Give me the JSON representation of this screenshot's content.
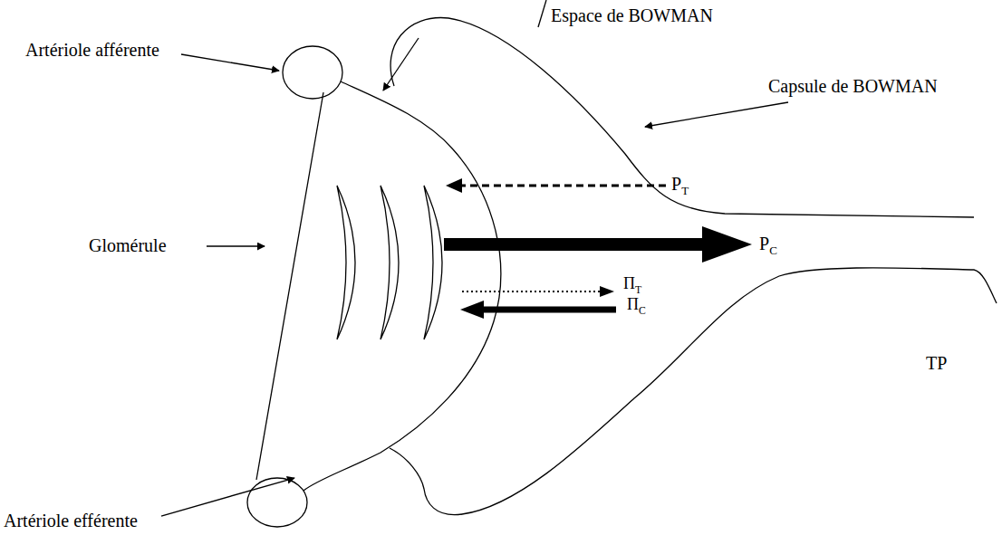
{
  "diagram": {
    "labels": [
      "Espace de BOWMAN",
      "Artériole afférente",
      "Capsule de BOWMAN",
      "PT",
      "Glomérule",
      "PC",
      "ΠT",
      "ΠC",
      "TP",
      "Artériole efférente"
    ]
  }
}
